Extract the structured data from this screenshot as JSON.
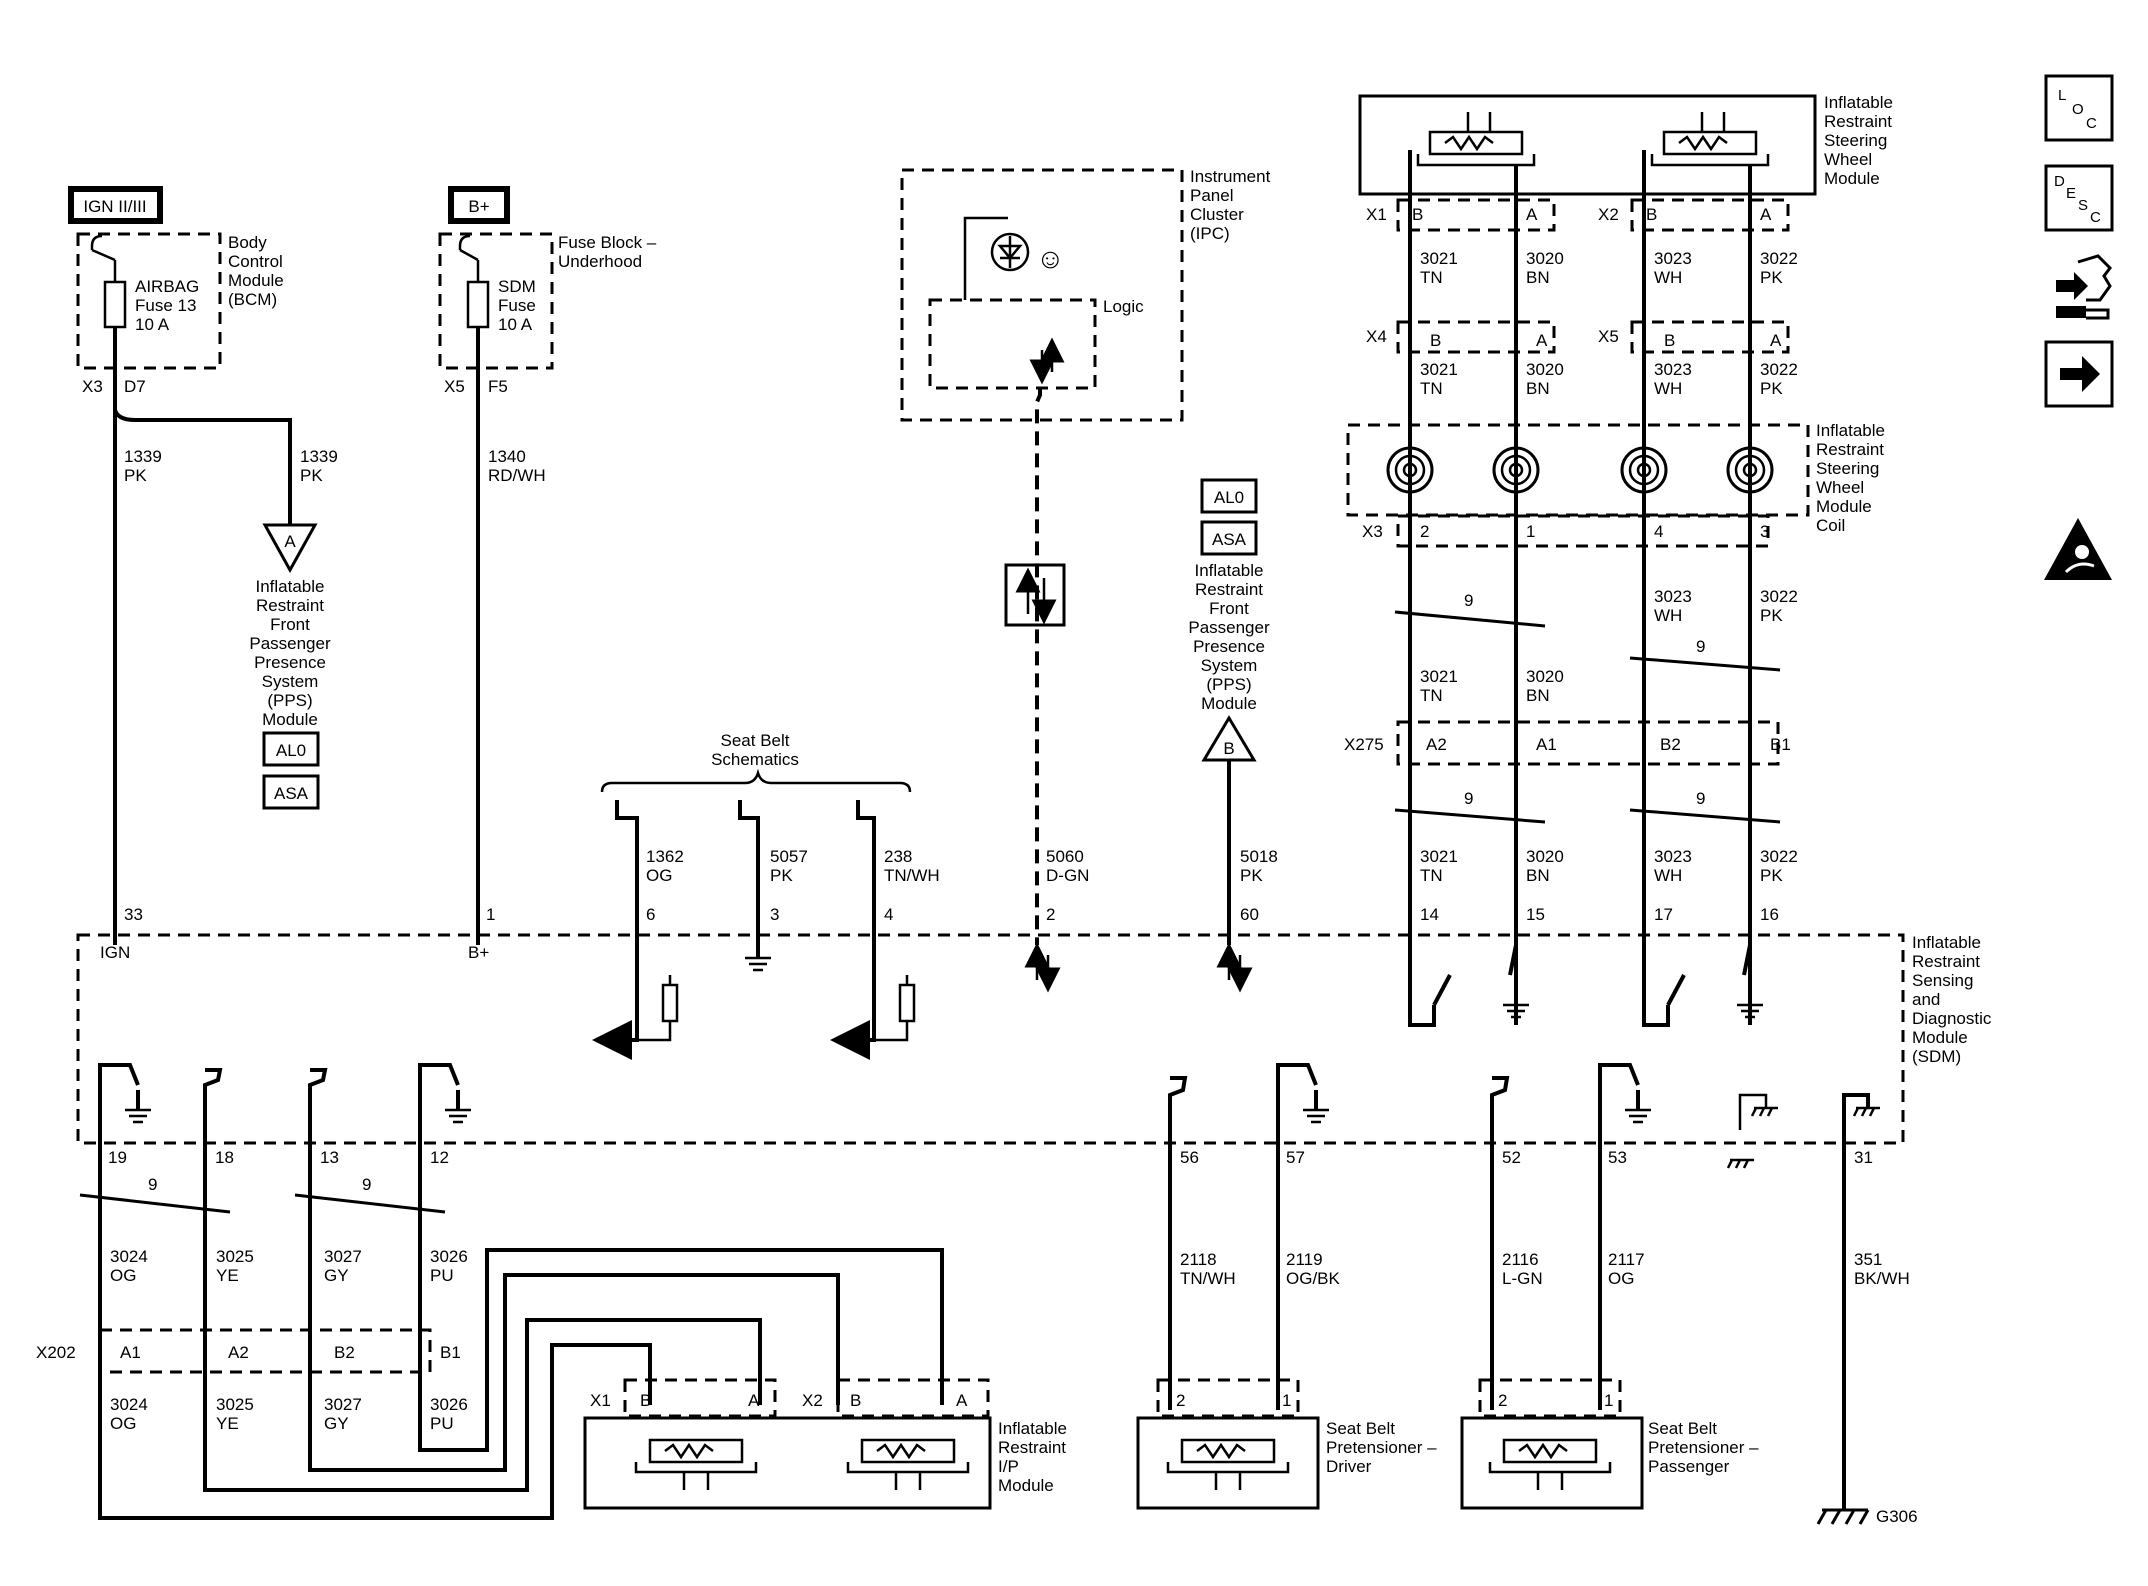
{
  "colors": {
    "ink": "#000000",
    "paper": "#ffffff"
  },
  "power": {
    "ign": "IGN II/III",
    "bplus": "B+"
  },
  "bcm": {
    "fuse": [
      "AIRBAG",
      "Fuse 13",
      "10 A"
    ],
    "name": [
      "Body",
      "Control",
      "Module",
      "(BCM)"
    ],
    "conn": "X3",
    "pin": "D7"
  },
  "fuseblock": {
    "fuse": [
      "SDM",
      "Fuse",
      "10 A"
    ],
    "name": [
      "Fuse Block –",
      "Underhood"
    ],
    "conn": "X5",
    "pin": "F5"
  },
  "wires_left": [
    {
      "circuit": "1339",
      "color": "PK"
    },
    {
      "circuit": "1339",
      "color": "PK"
    },
    {
      "circuit": "1340",
      "color": "RD/WH"
    }
  ],
  "pps_left": {
    "ref": "A",
    "name": [
      "Inflatable",
      "Restraint",
      "Front",
      "Passenger",
      "Presence",
      "System",
      "(PPS)",
      "Module"
    ],
    "codes": [
      "AL0",
      "ASA"
    ]
  },
  "pps_right": {
    "ref": "B",
    "name": [
      "Inflatable",
      "Restraint",
      "Front",
      "Passenger",
      "Presence",
      "System",
      "(PPS)",
      "Module"
    ],
    "codes": [
      "AL0",
      "ASA"
    ]
  },
  "ipc": {
    "name": [
      "Instrument",
      "Panel",
      "Cluster",
      "(IPC)"
    ],
    "logic": "Logic"
  },
  "seatbelt": {
    "title": [
      "Seat Belt",
      "Schematics"
    ]
  },
  "sdm_wires_top": [
    {
      "circuit": "1362",
      "color": "OG",
      "pin": "6"
    },
    {
      "circuit": "5057",
      "color": "PK",
      "pin": "3"
    },
    {
      "circuit": "238",
      "color": "TN/WH",
      "pin": "4"
    },
    {
      "circuit": "5060",
      "color": "D-GN",
      "pin": "2"
    },
    {
      "circuit": "5018",
      "color": "PK",
      "pin": "60"
    }
  ],
  "sdm_pins_top": {
    "ign_pin": "33",
    "ign_label": "IGN",
    "b_pin": "1",
    "b_label": "B+"
  },
  "steering": {
    "module_name": [
      "Inflatable",
      "Restraint",
      "Steering",
      "Wheel",
      "Module"
    ],
    "coil_name": [
      "Inflatable",
      "Restraint",
      "Steering",
      "Wheel",
      "Module",
      "Coil"
    ],
    "x1": "X1",
    "x2": "X2",
    "x4": "X4",
    "x5": "X5",
    "x3": "X3",
    "x275": "X275",
    "B": "B",
    "A": "A",
    "coil_pins": [
      "2",
      "1",
      "4",
      "3"
    ],
    "twist": "9",
    "circuits": [
      {
        "circuit": "3021",
        "color": "TN"
      },
      {
        "circuit": "3020",
        "color": "BN"
      },
      {
        "circuit": "3023",
        "color": "WH"
      },
      {
        "circuit": "3022",
        "color": "PK"
      }
    ],
    "x275_pins": [
      "A2",
      "A1",
      "B2",
      "B1"
    ],
    "sdm_pins": [
      "14",
      "15",
      "17",
      "16"
    ]
  },
  "sdm": {
    "name": [
      "Inflatable",
      "Restraint",
      "Sensing",
      "and",
      "Diagnostic",
      "Module",
      "(SDM)"
    ]
  },
  "ip_module": {
    "pins_top": [
      "19",
      "18",
      "13",
      "12"
    ],
    "twist": "9",
    "circuits": [
      {
        "circuit": "3024",
        "color": "OG"
      },
      {
        "circuit": "3025",
        "color": "YE"
      },
      {
        "circuit": "3027",
        "color": "GY"
      },
      {
        "circuit": "3026",
        "color": "PU"
      }
    ],
    "x202": "X202",
    "x202_pins": [
      "A1",
      "A2",
      "B2",
      "B1"
    ],
    "x1": "X1",
    "x2": "X2",
    "B": "B",
    "A": "A",
    "name": [
      "Inflatable",
      "Restraint",
      "I/P",
      "Module"
    ]
  },
  "pretensioner_driver": {
    "pins_top": [
      "56",
      "57"
    ],
    "circuits": [
      {
        "circuit": "2118",
        "color": "TN/WH"
      },
      {
        "circuit": "2119",
        "color": "OG/BK"
      }
    ],
    "conn_pins": [
      "2",
      "1"
    ],
    "name": [
      "Seat Belt",
      "Pretensioner –",
      "Driver"
    ]
  },
  "pretensioner_pass": {
    "pins_top": [
      "52",
      "53"
    ],
    "circuits": [
      {
        "circuit": "2116",
        "color": "L-GN"
      },
      {
        "circuit": "2117",
        "color": "OG"
      }
    ],
    "conn_pins": [
      "2",
      "1"
    ],
    "name": [
      "Seat Belt",
      "Pretensioner –",
      "Passenger"
    ]
  },
  "ground": {
    "pin": "31",
    "circuit": "351",
    "color": "BK/WH",
    "ref": "G306"
  },
  "sidebar": {
    "loc": [
      "L",
      "O",
      "C"
    ],
    "desc": [
      "D",
      "E",
      "S",
      "C"
    ]
  }
}
